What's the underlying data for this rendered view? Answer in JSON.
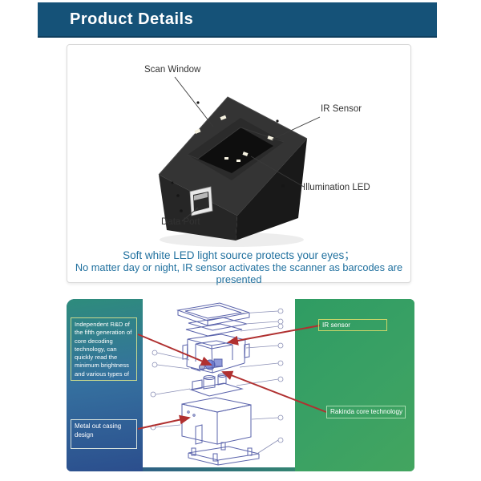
{
  "header": {
    "title": "Product Details"
  },
  "scanner_card": {
    "labels": {
      "scan_window": "Scan Window",
      "ir_sensor": "IR Sensor",
      "illumination_led": "Illumination LED",
      "data_port": "Data Port"
    },
    "captions": {
      "line1": "Soft white LED light source protects your eyes；",
      "line2": "No matter day or night, IR sensor activates the scanner as barcodes are presented"
    }
  },
  "exploded_section": {
    "callouts": {
      "rd_note": "Independent R&D of the fifth generation of core decoding technology, can quickly read the minimum brightness and various types of",
      "ir_sensor": "IR sensor",
      "core_tech": "Rakinda core technology",
      "metal_casing": "Metal out casing design"
    }
  },
  "colors": {
    "header_bg": "#155278",
    "caption_text": "#21719f",
    "arrow_red": "#b03030",
    "diagram_stroke": "#5a63ab",
    "panel_teal": "#2e8c7c",
    "panel_blue": "#2b4e8d",
    "panel_green": "#38a164"
  }
}
